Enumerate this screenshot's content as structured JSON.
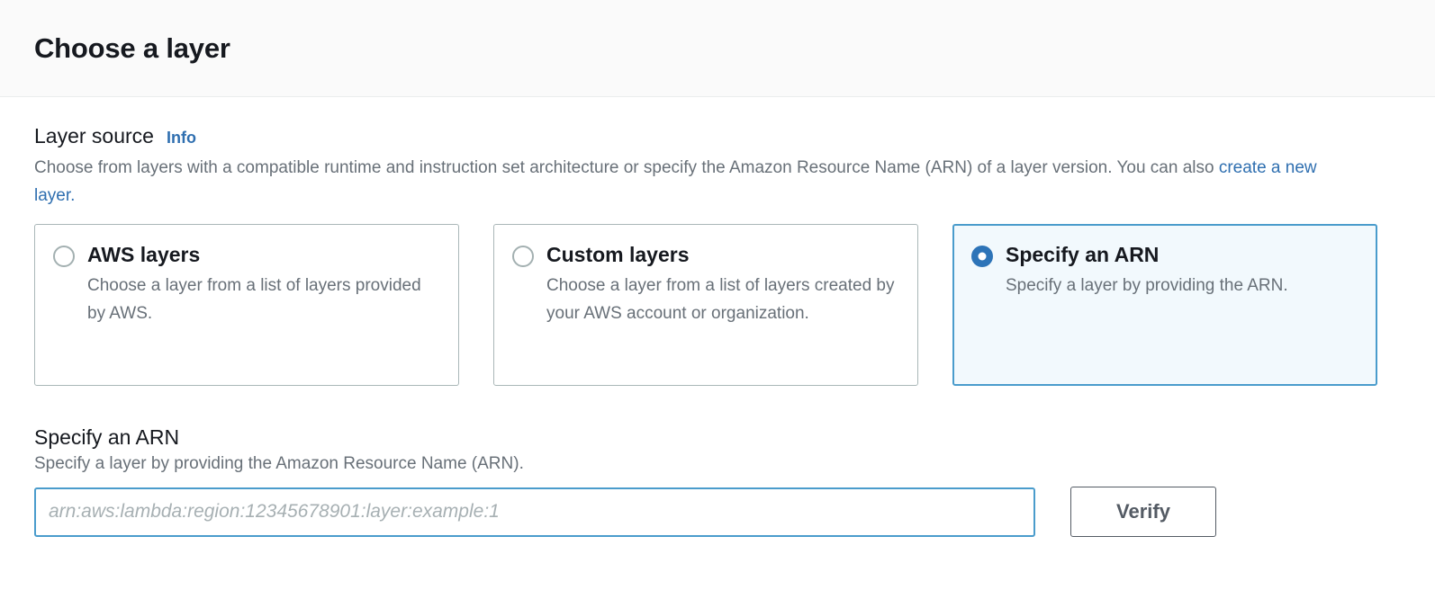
{
  "header": {
    "title": "Choose a layer"
  },
  "layer_source": {
    "label": "Layer source",
    "info_label": "Info",
    "description_before": "Choose from layers with a compatible runtime and instruction set architecture or specify the Amazon Resource Name (ARN) of a layer version. You can also ",
    "description_link": "create a new layer.",
    "options": [
      {
        "title": "AWS layers",
        "description": "Choose a layer from a list of layers provided by AWS.",
        "selected": false
      },
      {
        "title": "Custom layers",
        "description": "Choose a layer from a list of layers created by your AWS account or organization.",
        "selected": false
      },
      {
        "title": "Specify an ARN",
        "description": "Specify a layer by providing the ARN.",
        "selected": true
      }
    ]
  },
  "arn_section": {
    "title": "Specify an ARN",
    "description": "Specify a layer by providing the Amazon Resource Name (ARN).",
    "input_placeholder": "arn:aws:lambda:region:12345678901:layer:example:1",
    "input_value": "",
    "verify_label": "Verify"
  },
  "colors": {
    "link_blue": "#2f6fb0",
    "selected_border": "#4a9ccc",
    "selected_background": "#f2f9fd",
    "radio_checked": "#2d74b8",
    "text_primary": "#16191f",
    "text_secondary": "#687078",
    "button_border": "#545b64"
  }
}
